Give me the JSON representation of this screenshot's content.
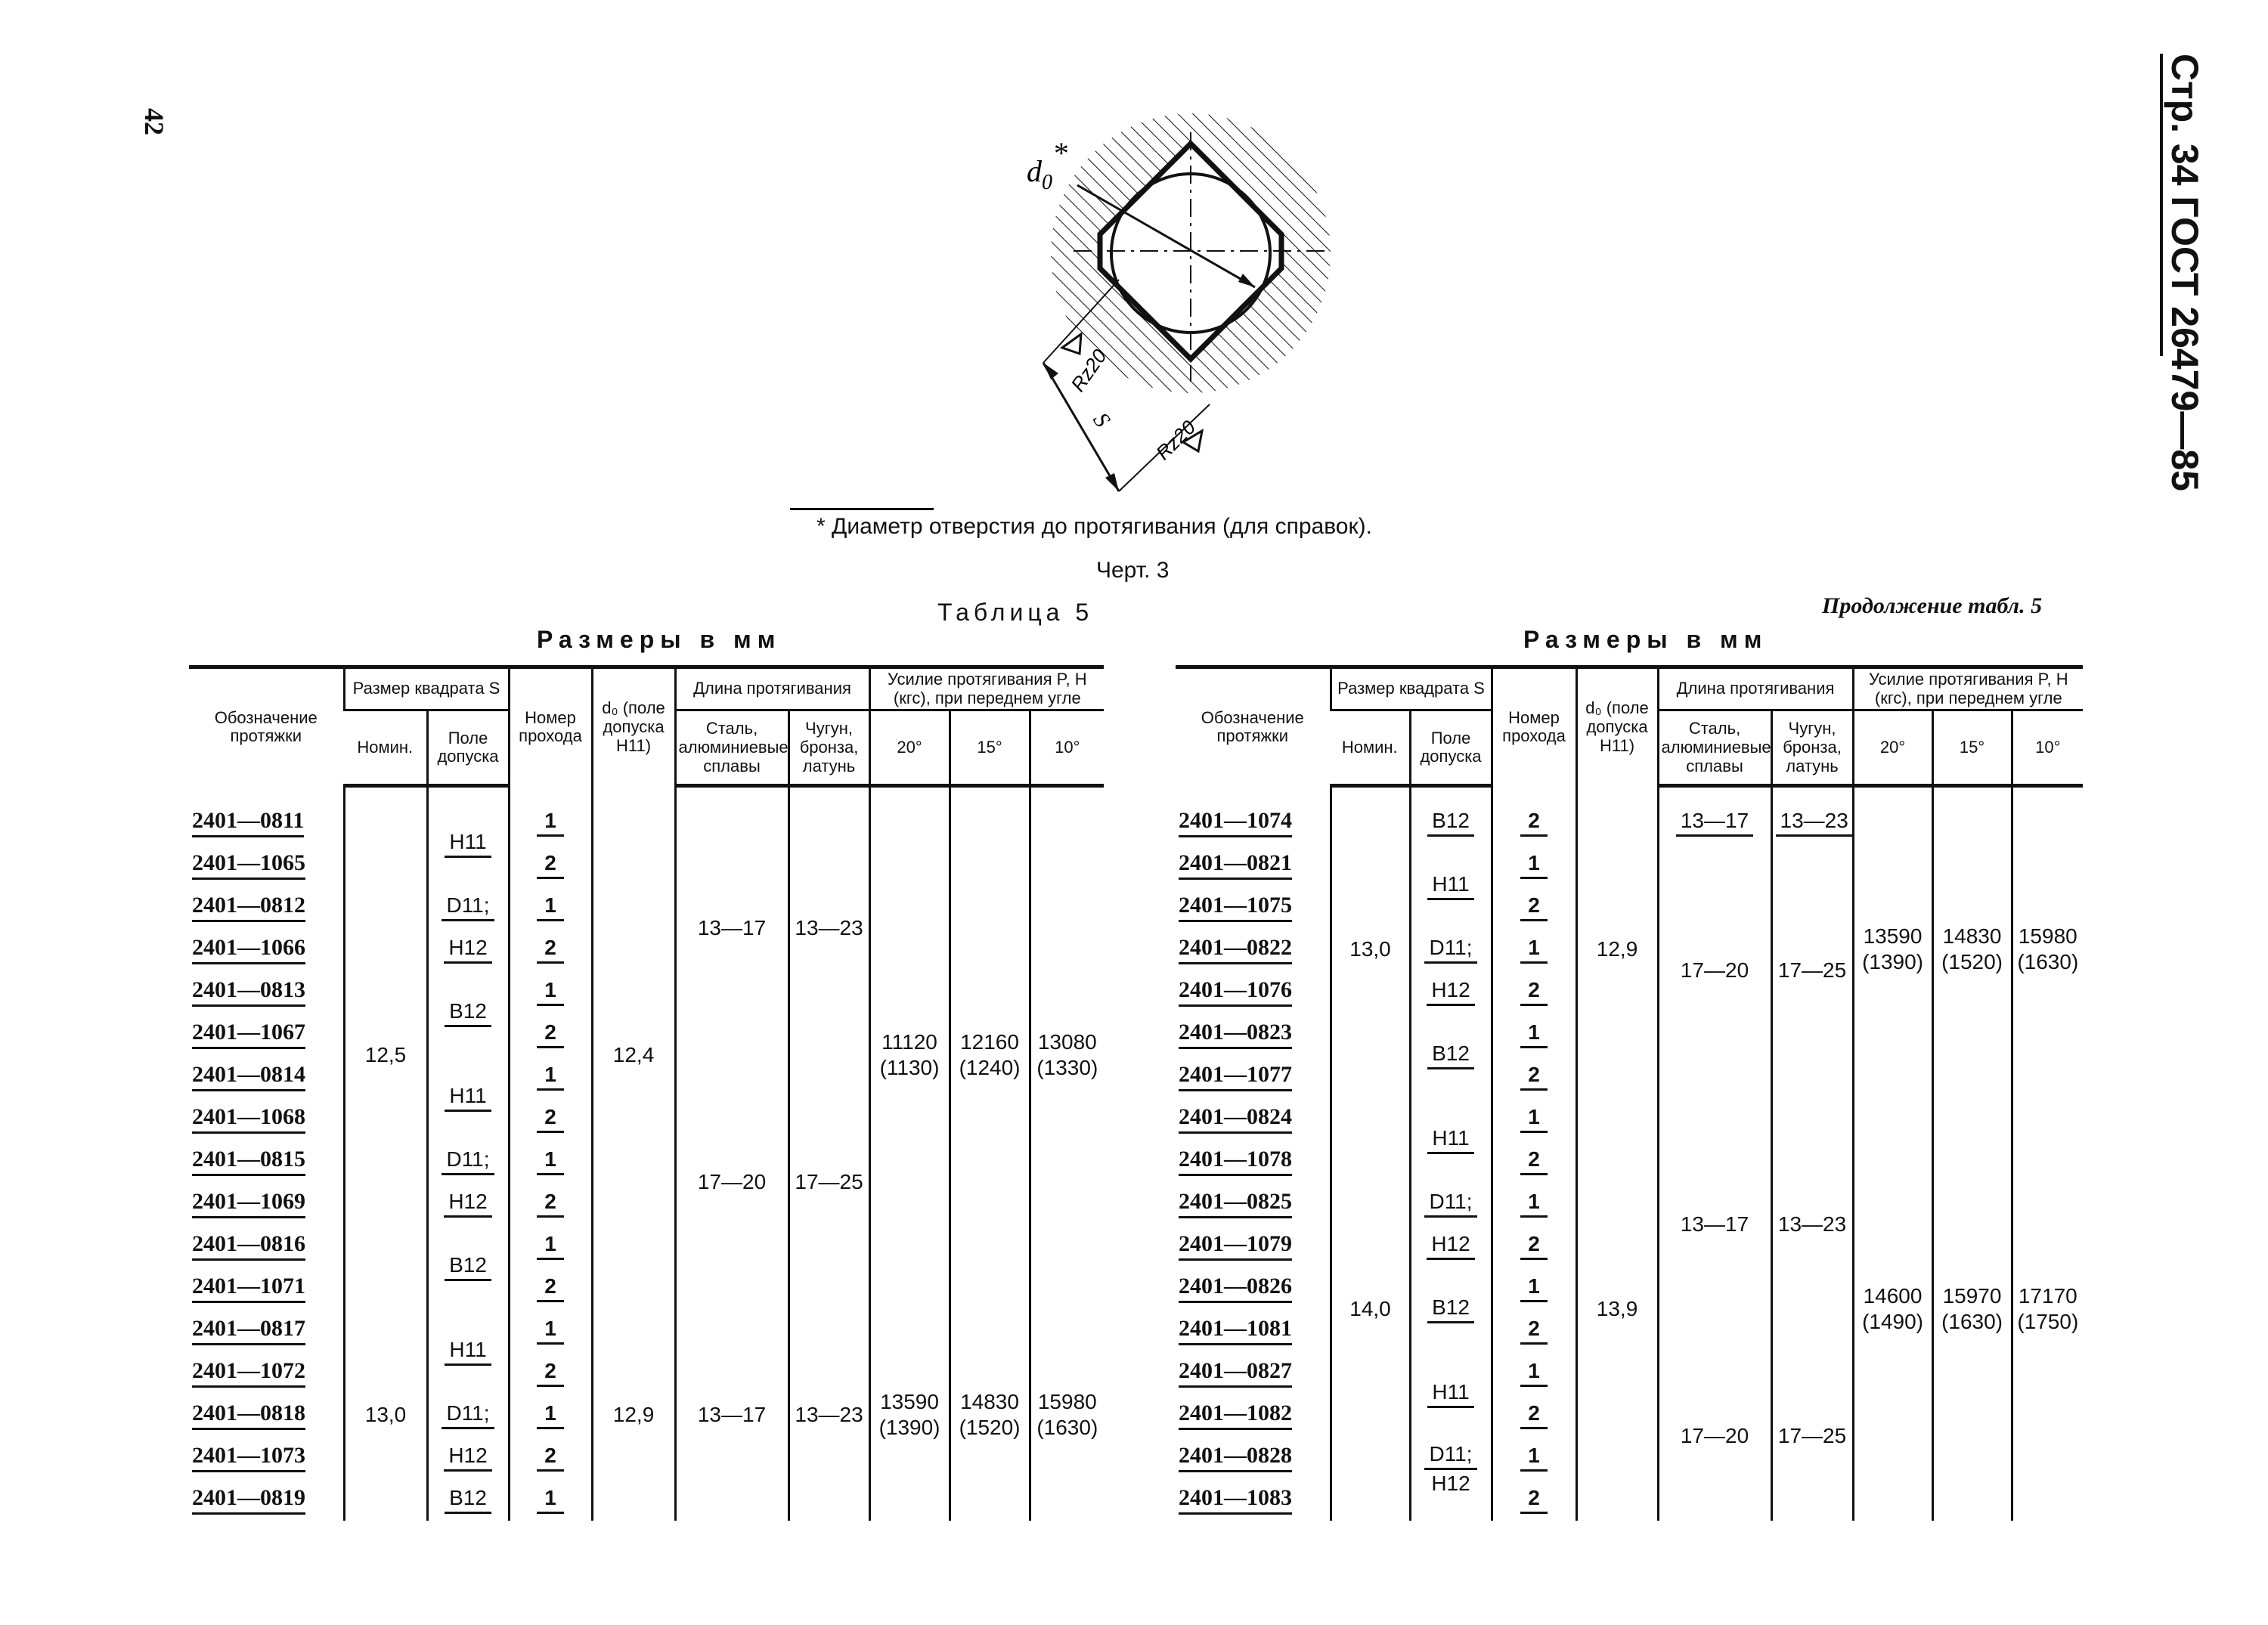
{
  "page": {
    "number": "42",
    "side_header": "Стр. 34 ГОСТ 26479—85"
  },
  "figure": {
    "do_label": "d",
    "do_sub": "0",
    "do_star": "*",
    "rz_label_1": "Rz20",
    "rz_label_2": "Rz20",
    "s_label": "S",
    "footnote": "* Диаметр отверстия до протягивания (для справок).",
    "caption": "Черт. 3"
  },
  "table_left": {
    "table_title": "Таблица 5",
    "units": "Размеры в мм",
    "headers": {
      "designation": "Обозначение протяжки",
      "square_size": "Размер квадрата S",
      "nominal": "Номин.",
      "tolerance": "Поле допуска",
      "pass_number": "Номер прохода",
      "do": "d₀ (поле допуска H11)",
      "broaching_length": "Длина протягивания",
      "steel": "Сталь, алюминиевые сплавы",
      "iron": "Чугун, бронза, латунь",
      "force": "Усилие протягивания P, Н (кгс), при переднем угле",
      "angle_20": "20°",
      "angle_15": "15°",
      "angle_10": "10°"
    },
    "rows": [
      {
        "code": "2401—0811",
        "tol": "H11",
        "pass": "1"
      },
      {
        "code": "2401—1065",
        "tol": "",
        "pass": "2"
      },
      {
        "code": "2401—0812",
        "tol": "D11;",
        "pass": "1"
      },
      {
        "code": "2401—1066",
        "tol": "H12",
        "pass": "2"
      },
      {
        "code": "2401—0813",
        "tol": "B12",
        "pass": "1"
      },
      {
        "code": "2401—1067",
        "tol": "",
        "pass": "2"
      },
      {
        "code": "2401—0814",
        "tol": "H11",
        "pass": "1"
      },
      {
        "code": "2401—1068",
        "tol": "",
        "pass": "2"
      },
      {
        "code": "2401—0815",
        "tol": "D11;",
        "pass": "1"
      },
      {
        "code": "2401—1069",
        "tol": "H12",
        "pass": "2"
      },
      {
        "code": "2401—0816",
        "tol": "B12",
        "pass": "1"
      },
      {
        "code": "2401—1071",
        "tol": "",
        "pass": "2"
      },
      {
        "code": "2401—0817",
        "tol": "H11",
        "pass": "1"
      },
      {
        "code": "2401—1072",
        "tol": "",
        "pass": "2"
      },
      {
        "code": "2401—0818",
        "tol": "D11;",
        "pass": "1"
      },
      {
        "code": "2401—1073",
        "tol": "H12",
        "pass": "2"
      },
      {
        "code": "2401—0819",
        "tol": "B12",
        "pass": "1"
      }
    ],
    "groups": {
      "nom_1": "12,5",
      "do_1": "12,4",
      "nom_2": "13,0",
      "do_2": "12,9",
      "len_a_steel": "13—17",
      "len_a_iron": "13—23",
      "len_b_steel": "17—20",
      "len_b_iron": "17—25",
      "len_c_steel": "13—17",
      "len_c_iron": "13—23",
      "force_1_20": "11120",
      "force_1_20_kgf": "(1130)",
      "force_1_15": "12160",
      "force_1_15_kgf": "(1240)",
      "force_1_10": "13080",
      "force_1_10_kgf": "(1330)",
      "force_2_20": "13590",
      "force_2_20_kgf": "(1390)",
      "force_2_15": "14830",
      "force_2_15_kgf": "(1520)",
      "force_2_10": "15980",
      "force_2_10_kgf": "(1630)"
    }
  },
  "table_right": {
    "continuation": "Продолжение табл. 5",
    "units": "Размеры в мм",
    "headers": {
      "designation": "Обозначение протяжки",
      "square_size": "Размер квадрата S",
      "nominal": "Номин.",
      "tolerance": "Поле допуска",
      "pass_number": "Номер прохода",
      "do": "d₀ (поле допуска H11)",
      "broaching_length": "Длина протягивания",
      "steel": "Сталь, алюминиевые сплавы",
      "iron": "Чугун, бронза, латунь",
      "force": "Усилие протягивания P, Н (кгс), при переднем угле",
      "angle_20": "20°",
      "angle_15": "15°",
      "angle_10": "10°"
    },
    "rows": [
      {
        "code": "2401—1074",
        "tol": "B12",
        "pass": "2"
      },
      {
        "code": "2401—0821",
        "tol": "H11",
        "pass": "1"
      },
      {
        "code": "2401—1075",
        "tol": "",
        "pass": "2"
      },
      {
        "code": "2401—0822",
        "tol": "D11;",
        "pass": "1"
      },
      {
        "code": "2401—1076",
        "tol": "H12",
        "pass": "2"
      },
      {
        "code": "2401—0823",
        "tol": "B12",
        "pass": "1"
      },
      {
        "code": "2401—1077",
        "tol": "",
        "pass": "2"
      },
      {
        "code": "2401—0824",
        "tol": "H11",
        "pass": "1"
      },
      {
        "code": "2401—1078",
        "tol": "",
        "pass": "2"
      },
      {
        "code": "2401—0825",
        "tol": "D11;",
        "pass": "1"
      },
      {
        "code": "2401—1079",
        "tol": "H12",
        "pass": "2"
      },
      {
        "code": "2401—0826",
        "tol": "B12",
        "pass": "1"
      },
      {
        "code": "2401—1081",
        "tol": "",
        "pass": "2"
      },
      {
        "code": "2401—0827",
        "tol": "H11",
        "pass": "1"
      },
      {
        "code": "2401—1082",
        "tol": "",
        "pass": "2"
      },
      {
        "code": "2401—0828",
        "tol": "D11;",
        "pass": "1"
      },
      {
        "code": "2401—1083",
        "tol": "H12",
        "pass": "2"
      }
    ],
    "groups": {
      "nom_1": "13,0",
      "do_1": "12,9",
      "nom_2": "14,0",
      "do_2": "13,9",
      "len_a_steel": "13—17",
      "len_a_iron": "13—23",
      "len_b_steel": "17—20",
      "len_b_iron": "17—25",
      "len_c_steel": "13—17",
      "len_c_iron": "13—23",
      "len_d_steel": "17—20",
      "len_d_iron": "17—25",
      "force_1_20": "13590",
      "force_1_20_kgf": "(1390)",
      "force_1_15": "14830",
      "force_1_15_kgf": "(1520)",
      "force_1_10": "15980",
      "force_1_10_kgf": "(1630)",
      "force_2_20": "14600",
      "force_2_20_kgf": "(1490)",
      "force_2_15": "15970",
      "force_2_15_kgf": "(1630)",
      "force_2_10": "17170",
      "force_2_10_kgf": "(1750)"
    }
  }
}
